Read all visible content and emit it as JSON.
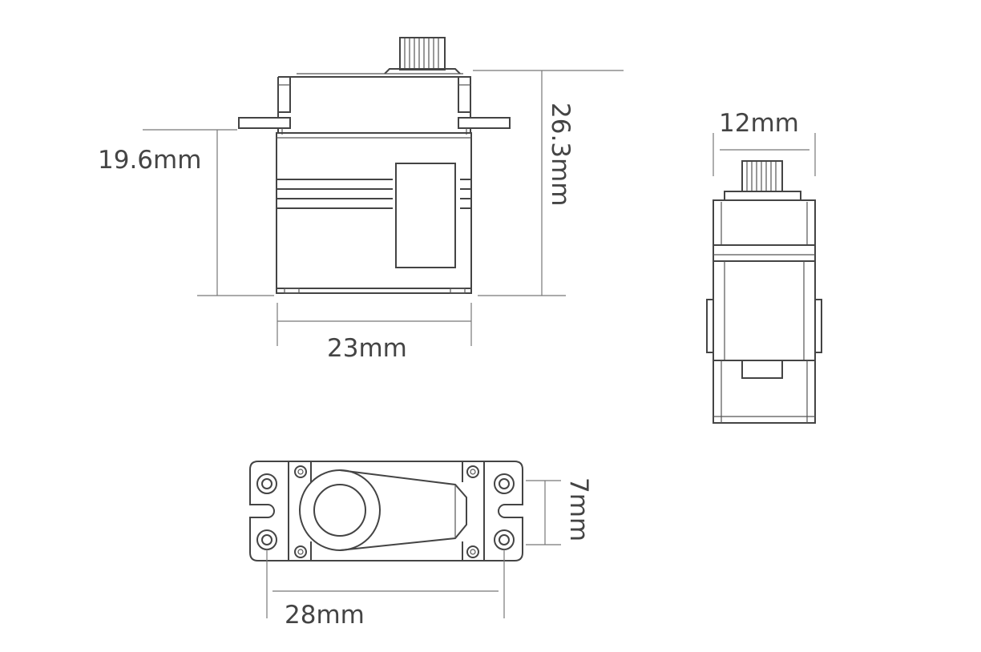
{
  "dimensions": {
    "height_body": "19.6mm",
    "height_total": "26.3mm",
    "width_body": "23mm",
    "width_side": "12mm",
    "depth_horn": "7mm",
    "length_mount": "28mm"
  },
  "colors": {
    "line": "#444444",
    "text": "#444444",
    "background": "#ffffff"
  }
}
